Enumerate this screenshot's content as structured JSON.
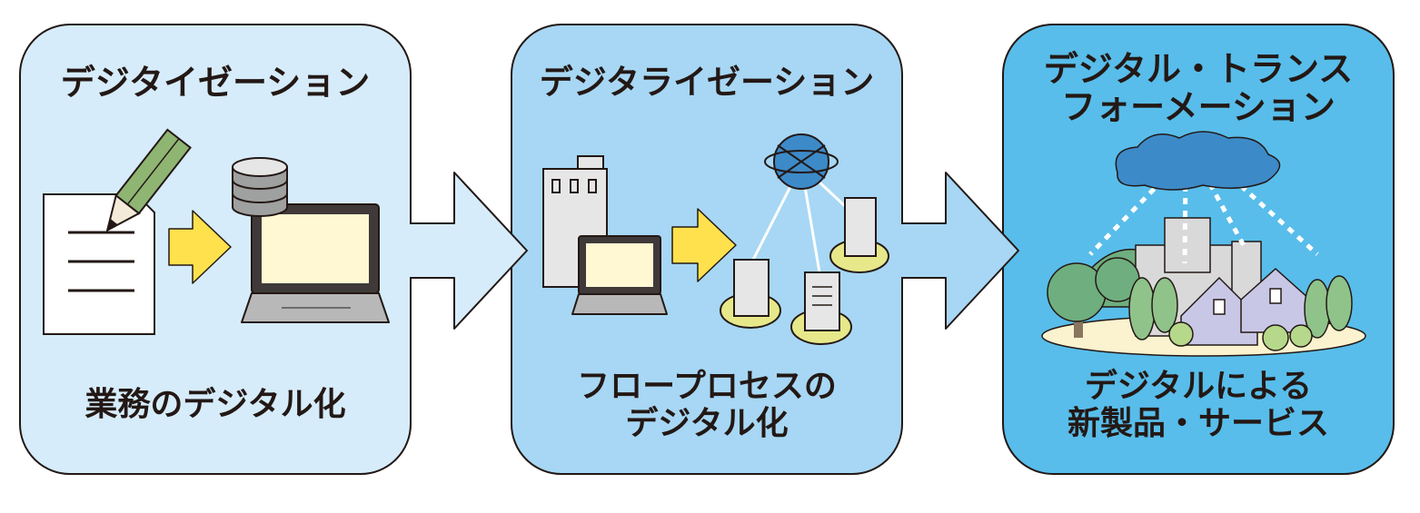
{
  "panels": [
    {
      "title": [
        "デジタイゼーション"
      ],
      "caption": [
        "業務のデジタル化"
      ],
      "fill": "#d6ecfa"
    },
    {
      "title": [
        "デジタライゼーション"
      ],
      "caption": [
        "フロープロセスの",
        "デジタル化"
      ],
      "fill": "#a7d7f4"
    },
    {
      "title": [
        "デジタル・トランス",
        "フォーメーション"
      ],
      "caption": [
        "デジタルによる",
        "新製品・サービス"
      ],
      "fill": "#58bdea"
    }
  ],
  "colors": {
    "outline": "#231815",
    "yellow_arrow": "#ffe14d",
    "screen": "#fff8d2",
    "building": "#e6e6e6",
    "pencil": "#8fb573",
    "globe": "#3d8ac8",
    "cloud": "#3d8ac8",
    "tree": "#6fae7e",
    "house": "#c9c7e6",
    "ground": "#fbf3cf"
  },
  "icons": [
    "document-icon",
    "pencil-icon",
    "database-icon",
    "laptop-icon",
    "office-building-icon",
    "globe-network-icon",
    "cloud-icon",
    "city-icon"
  ]
}
